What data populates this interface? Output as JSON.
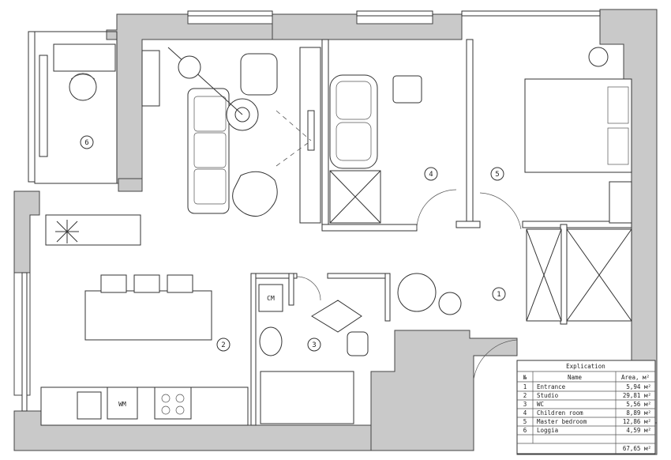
{
  "rooms": [
    {
      "num": "1"
    },
    {
      "num": "2"
    },
    {
      "num": "3"
    },
    {
      "num": "4"
    },
    {
      "num": "5"
    },
    {
      "num": "6"
    }
  ],
  "labels": {
    "cm": "CM",
    "wm": "WM"
  },
  "table": {
    "title": "Explication",
    "headers": [
      "№",
      "Name",
      "Area, м²"
    ],
    "rows": [
      {
        "n": "1",
        "name": "Entrance",
        "area": "5,94 м²"
      },
      {
        "n": "2",
        "name": "Studio",
        "area": "29,81 м²"
      },
      {
        "n": "3",
        "name": "WC",
        "area": "5,56 м²"
      },
      {
        "n": "4",
        "name": "Children room",
        "area": "8,89 м²"
      },
      {
        "n": "5",
        "name": "Master bedroom",
        "area": "12,86 м²"
      },
      {
        "n": "6",
        "name": "Loggia",
        "area": "4,59 м²"
      }
    ],
    "total": "67,65 м²"
  }
}
